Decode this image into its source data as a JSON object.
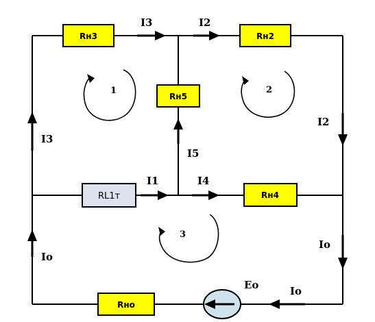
{
  "resistors": {
    "rn3": "Rн3",
    "rn2": "Rн2",
    "rn5": "Rн5",
    "rl1t": "RL1т",
    "rn4": "Rн4",
    "rno": "Rнo"
  },
  "source": {
    "label": "Eo"
  },
  "currents": {
    "i3_top": "I3",
    "i2_top": "I2",
    "i3_left": "I3",
    "i2_right": "I2",
    "i5": "I5",
    "i1": "I1",
    "i4": "I4",
    "io_left": "Io",
    "io_right": "Io",
    "io_bottom": "Io"
  },
  "loops": [
    "1",
    "2",
    "3"
  ],
  "colors": {
    "resistor_fill": "#ffff00",
    "rl_fill": "#dde3ee",
    "source_fill": "#cfe3ee",
    "wire": "#000000"
  }
}
